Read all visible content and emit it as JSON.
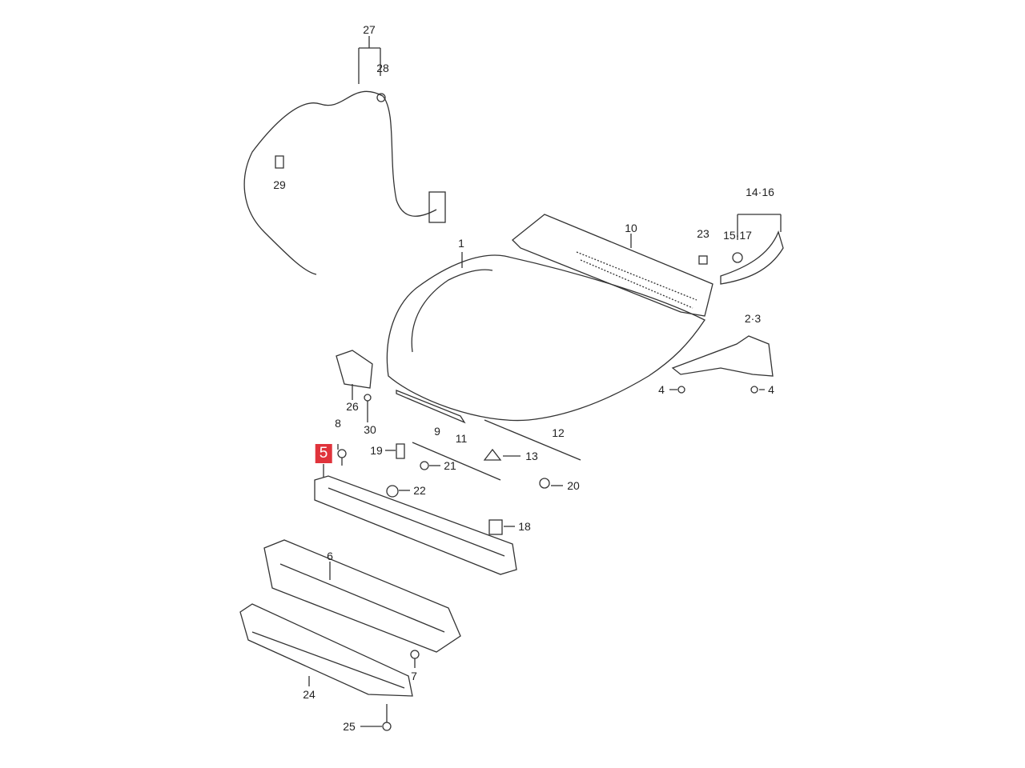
{
  "diagram": {
    "highlight_color": "#e0333b",
    "highlighted_part": "5",
    "callouts": {
      "p1": "1",
      "p2_3": "2·3",
      "p4a": "4",
      "p4b": "4",
      "p5": "5",
      "p6": "6",
      "p7": "7",
      "p8": "8",
      "p9": "9",
      "p10": "10",
      "p11": "11",
      "p12": "12",
      "p13": "13",
      "p14_16": "14·16",
      "p15_17": "15·17",
      "p18": "18",
      "p19": "19",
      "p20": "20",
      "p21": "21",
      "p22": "22",
      "p23": "23",
      "p24": "24",
      "p25": "25",
      "p26": "26",
      "p27": "27",
      "p28": "28",
      "p29": "29",
      "p30": "30"
    }
  }
}
